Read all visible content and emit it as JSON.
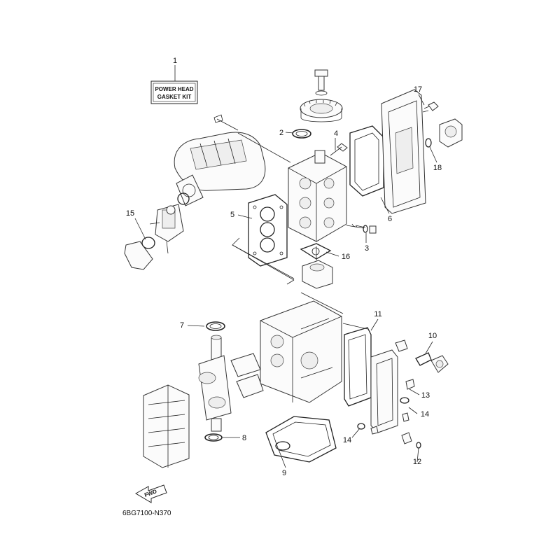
{
  "kit_label": {
    "line1": "POWER HEAD",
    "line2": "GASKET KIT"
  },
  "callouts": {
    "n1": "1",
    "n2": "2",
    "n3": "3",
    "n4": "4",
    "n5": "5",
    "n6": "6",
    "n7": "7",
    "n8": "8",
    "n9": "9",
    "n10": "10",
    "n11": "11",
    "n12": "12",
    "n13": "13",
    "n14a": "14",
    "n14b": "14",
    "n15": "15",
    "n16": "16",
    "n17": "17",
    "n18": "18"
  },
  "fwd_label": "FWD",
  "part_code": "6BG7100-N370"
}
